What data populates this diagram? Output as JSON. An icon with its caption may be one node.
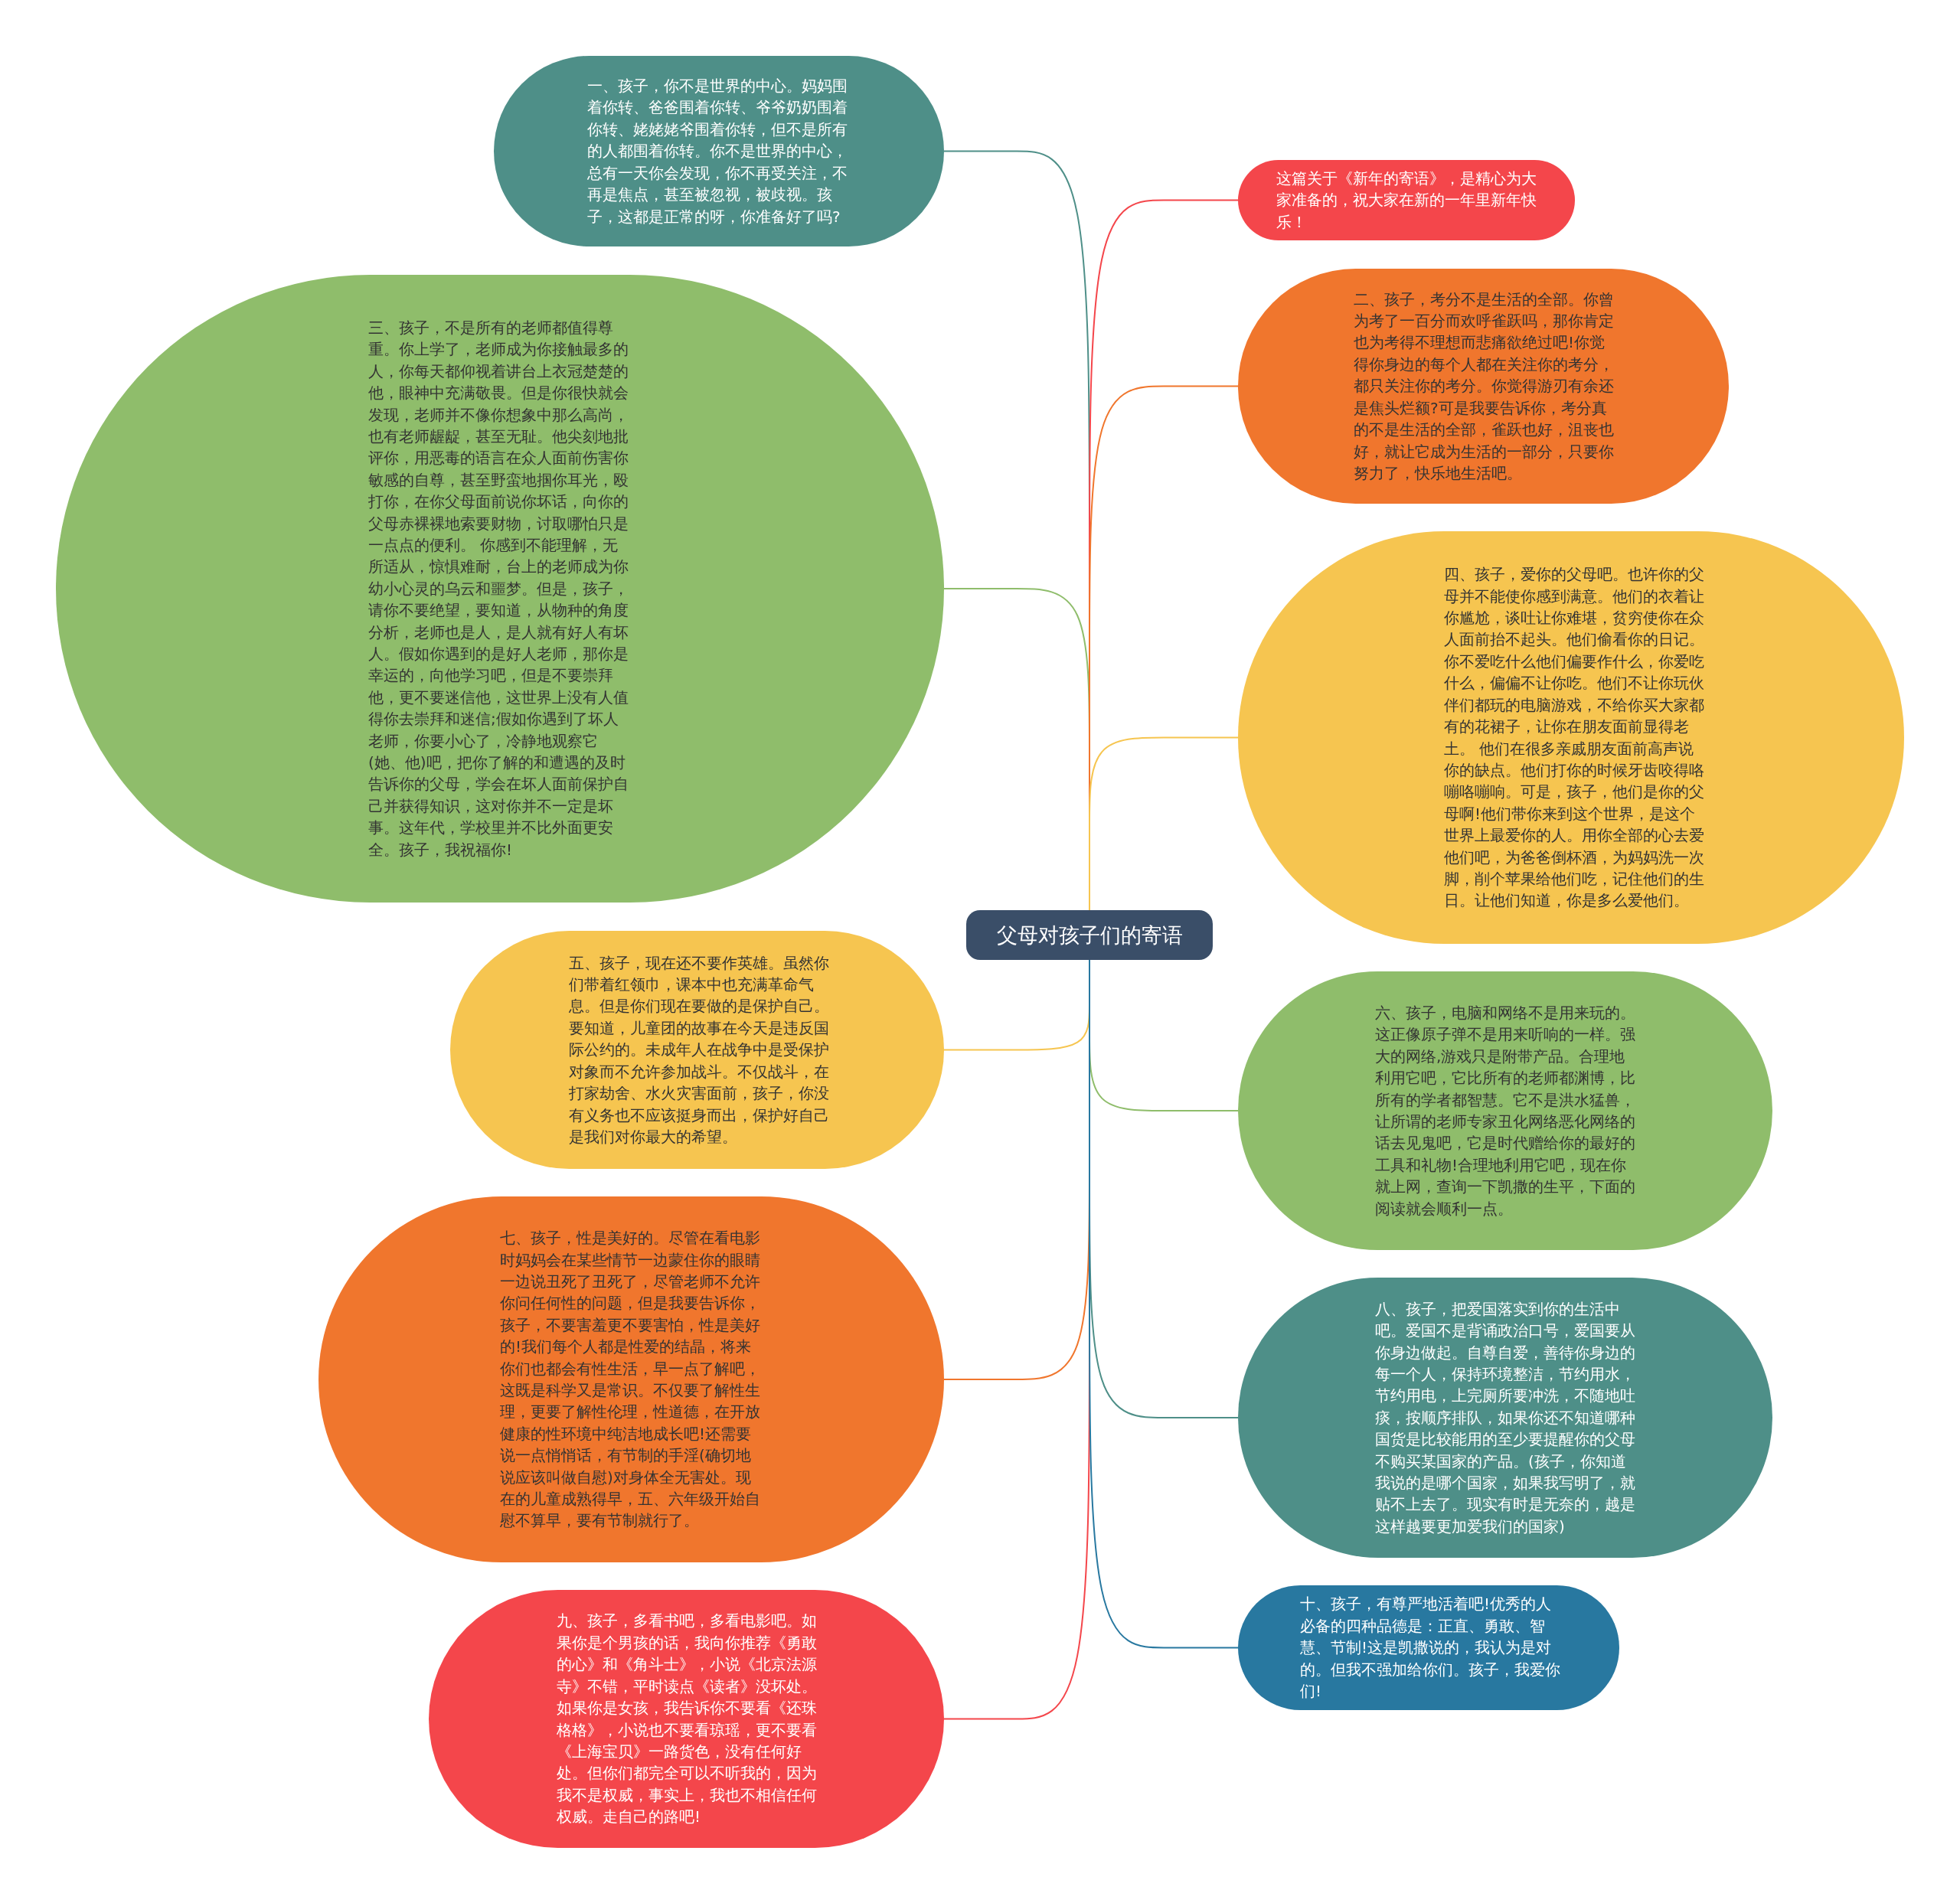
{
  "diagram": {
    "nodes": [
      {
        "text": [
          "父母对孩子们的寄语"
        ]
      },
      {
        "text": [
          "一、孩子，你不是世界的中心。妈妈围着你转、爸爸围着你转、爷爷奶奶围着你转、姥姥姥爷围着你转，但不是所有的人都围着你转。你不是世界的中心，总有一天你会发现，你不再受关注，不再是焦点，甚至被忽视，被歧视。孩子，这都是正常的呀，你准备好了吗?"
        ]
      },
      {
        "text": [
          "这篇关于《新年的寄语》，是精心为大家准备的，祝大家在新的一年里新年快乐！"
        ]
      },
      {
        "text": [
          "三、孩子，不是所有的老师都值得尊重。你上学了，老师成为你接触最多的人，你每天都仰视着讲台上衣冠楚楚的他，眼神中充满敬畏。但是你很快就会发现，老师并不像你想象中那么高尚，也有老师龌龊，甚至无耻。他尖刻地批评你，用恶毒的语言在众人面前伤害你敏感的自尊，甚至野蛮地掴你耳光，殴打你，在你父母面前说你坏话，向你的父母赤裸裸地索要财物，讨取哪怕只是一点点的便利。 你感到不能理解，无所适从，惊惧难耐，台上的老师成为你幼小心灵的乌云和噩梦。但是，孩子，请你不要绝望，要知道，从物种的角度分析，老师也是人，是人就有好人有坏人。假如你遇到的是好人老师，那你是幸运的，向他学习吧，但是不要崇拜他，更不要迷信他，这世界上没有人值得你去崇拜和迷信;假如你遇到了坏人老师，你要小心了，冷静地观察它(她、他)吧，把你了解的和遭遇的及时告诉你的父母，学会在坏人面前保护自己并获得知识，这对你并不一定是坏事。这年代，学校里并不比外面更安全。孩子，我祝福你!"
        ]
      },
      {
        "text": [
          "二、孩子，考分不是生活的全部。你曾为考了一百分而欢呼雀跃吗，那你肯定也为考得不理想而悲痛欲绝过吧!你觉得你身边的每个人都在关注你的考分，都只关注你的考分。你觉得游刃有余还是焦头烂额?可是我要告诉你，考分真的不是生活的全部，雀跃也好，沮丧也好，就让它成为生活的一部分，只要你努力了，快乐地生活吧。"
        ]
      },
      {
        "text": [
          "四、孩子，爱你的父母吧。也许你的父母并不能使你感到满意。他们的衣着让你尴尬，谈吐让你难堪，贫穷使你在众人面前抬不起头。他们偷看你的日记。你不爱吃什么他们偏要作什么，你爱吃什么，偏偏不让你吃。他们不让你玩伙伴们都玩的电脑游戏，不给你买大家都有的花裙子，让你在朋友面前显得老土。 他们在很多亲戚朋友面前高声说你的缺点。他们打你的时候牙齿咬得咯嘣咯嘣响。可是，孩子，他们是你的父母啊!他们带你来到这个世界，是这个世界上最爱你的人。用你全部的心去爱他们吧，为爸爸倒杯酒，为妈妈洗一次脚，削个苹果给他们吃，记住他们的生日。让他们知道，你是多么爱他们。"
        ]
      },
      {
        "text": [
          "五、孩子，现在还不要作英雄。虽然你们带着红领巾，课本中也充满革命气息。但是你们现在要做的是保护自己。要知道，儿童团的故事在今天是违反国际公约的。未成年人在战争中是受保护对象而不允许参加战斗。不仅战斗，在打家劫舍、水火灾害面前，孩子，你没有义务也不应该挺身而出，保护好自己是我们对你最大的希望。"
        ]
      },
      {
        "text": [
          "六、孩子，电脑和网络不是用来玩的。这正像原子弹不是用来听响的一样。强大的网络,游戏只是附带产品。合理地利用它吧，它比所有的老师都渊博，比所有的学者都智慧。它不是洪水猛兽，让所谓的老师专家丑化网络恶化网络的话去见鬼吧，它是时代赠给你的最好的工具和礼物!合理地利用它吧，现在你就上网，查询一下凯撒的生平，下面的阅读就会顺利一点。"
        ]
      },
      {
        "text": [
          "七、孩子，性是美好的。尽管在看电影时妈妈会在某些情节一边蒙住你的眼睛一边说丑死了丑死了，尽管老师不允许你问任何性的问题，但是我要告诉你，孩子，不要害羞更不要害怕，性是美好的!我们每个人都是性爱的结晶，将来你们也都会有性生活，早一点了解吧，这既是科学又是常识。不仅要了解性生理，更要了解性伦理，性道德，在开放健康的性环境中纯洁地成长吧!还需要说一点悄悄话，有节制的手淫(确切地说应该叫做自慰)对身体全无害处。现在的儿童成熟得早，五、六年级开始自慰不算早，要有节制就行了。"
        ]
      },
      {
        "text": [
          "八、孩子，把爱国落实到你的生活中吧。爱国不是背诵政治口号，爱国要从你身边做起。自尊自爱，善待你身边的每一个人，保持环境整洁，节约用水，节约用电，上完厕所要冲洗，不随地吐痰，按顺序排队，如果你还不知道哪种国货是比较能用的至少要提醒你的父母不购买某国家的产品。(孩子，你知道我说的是哪个国家，如果我写明了，就贴不上去了。现实有时是无奈的，越是这样越要更加爱我们的国家)"
        ]
      },
      {
        "text": [
          "九、孩子，多看书吧，多看电影吧。如果你是个男孩的话，我向你推荐《勇敢的心》和《角斗士》，小说《北京法源寺》不错，平时读点《读者》没坏处。如果你是女孩，我告诉你不要看《还珠格格》，小说也不要看琼瑶，更不要看《上海宝贝》一路货色，没有任何好处。但你们都完全可以不听我的，因为我不是权威，事实上，我也不相信任何权威。走自己的路吧!"
        ]
      },
      {
        "text": [
          "十、孩子，有尊严地活着吧!优秀的人必备的四种品德是：正直、勇敢、智慧、节制!这是凯撒说的，我认为是对的。但我不强加给你们。孩子，我爱你们!"
        ]
      }
    ],
    "edges": [
      {
        "from": 0,
        "to": 1,
        "arrow": "none",
        "color": "#4e8f88"
      },
      {
        "from": 0,
        "to": 2,
        "arrow": "none",
        "color": "#f4464b"
      },
      {
        "from": 0,
        "to": 3,
        "arrow": "none",
        "color": "#8fbd6b"
      },
      {
        "from": 0,
        "to": 4,
        "arrow": "none",
        "color": "#f0762d"
      },
      {
        "from": 0,
        "to": 5,
        "arrow": "none",
        "color": "#f6c550"
      },
      {
        "from": 0,
        "to": 6,
        "arrow": "none",
        "color": "#f6c550"
      },
      {
        "from": 0,
        "to": 7,
        "arrow": "none",
        "color": "#8fbd6b"
      },
      {
        "from": 0,
        "to": 8,
        "arrow": "none",
        "color": "#f0762d"
      },
      {
        "from": 0,
        "to": 9,
        "arrow": "none",
        "color": "#4e8f88"
      },
      {
        "from": 0,
        "to": 10,
        "arrow": "none",
        "color": "#f4464b"
      },
      {
        "from": 0,
        "to": 11,
        "arrow": "none",
        "color": "#2878a0"
      }
    ]
  }
}
